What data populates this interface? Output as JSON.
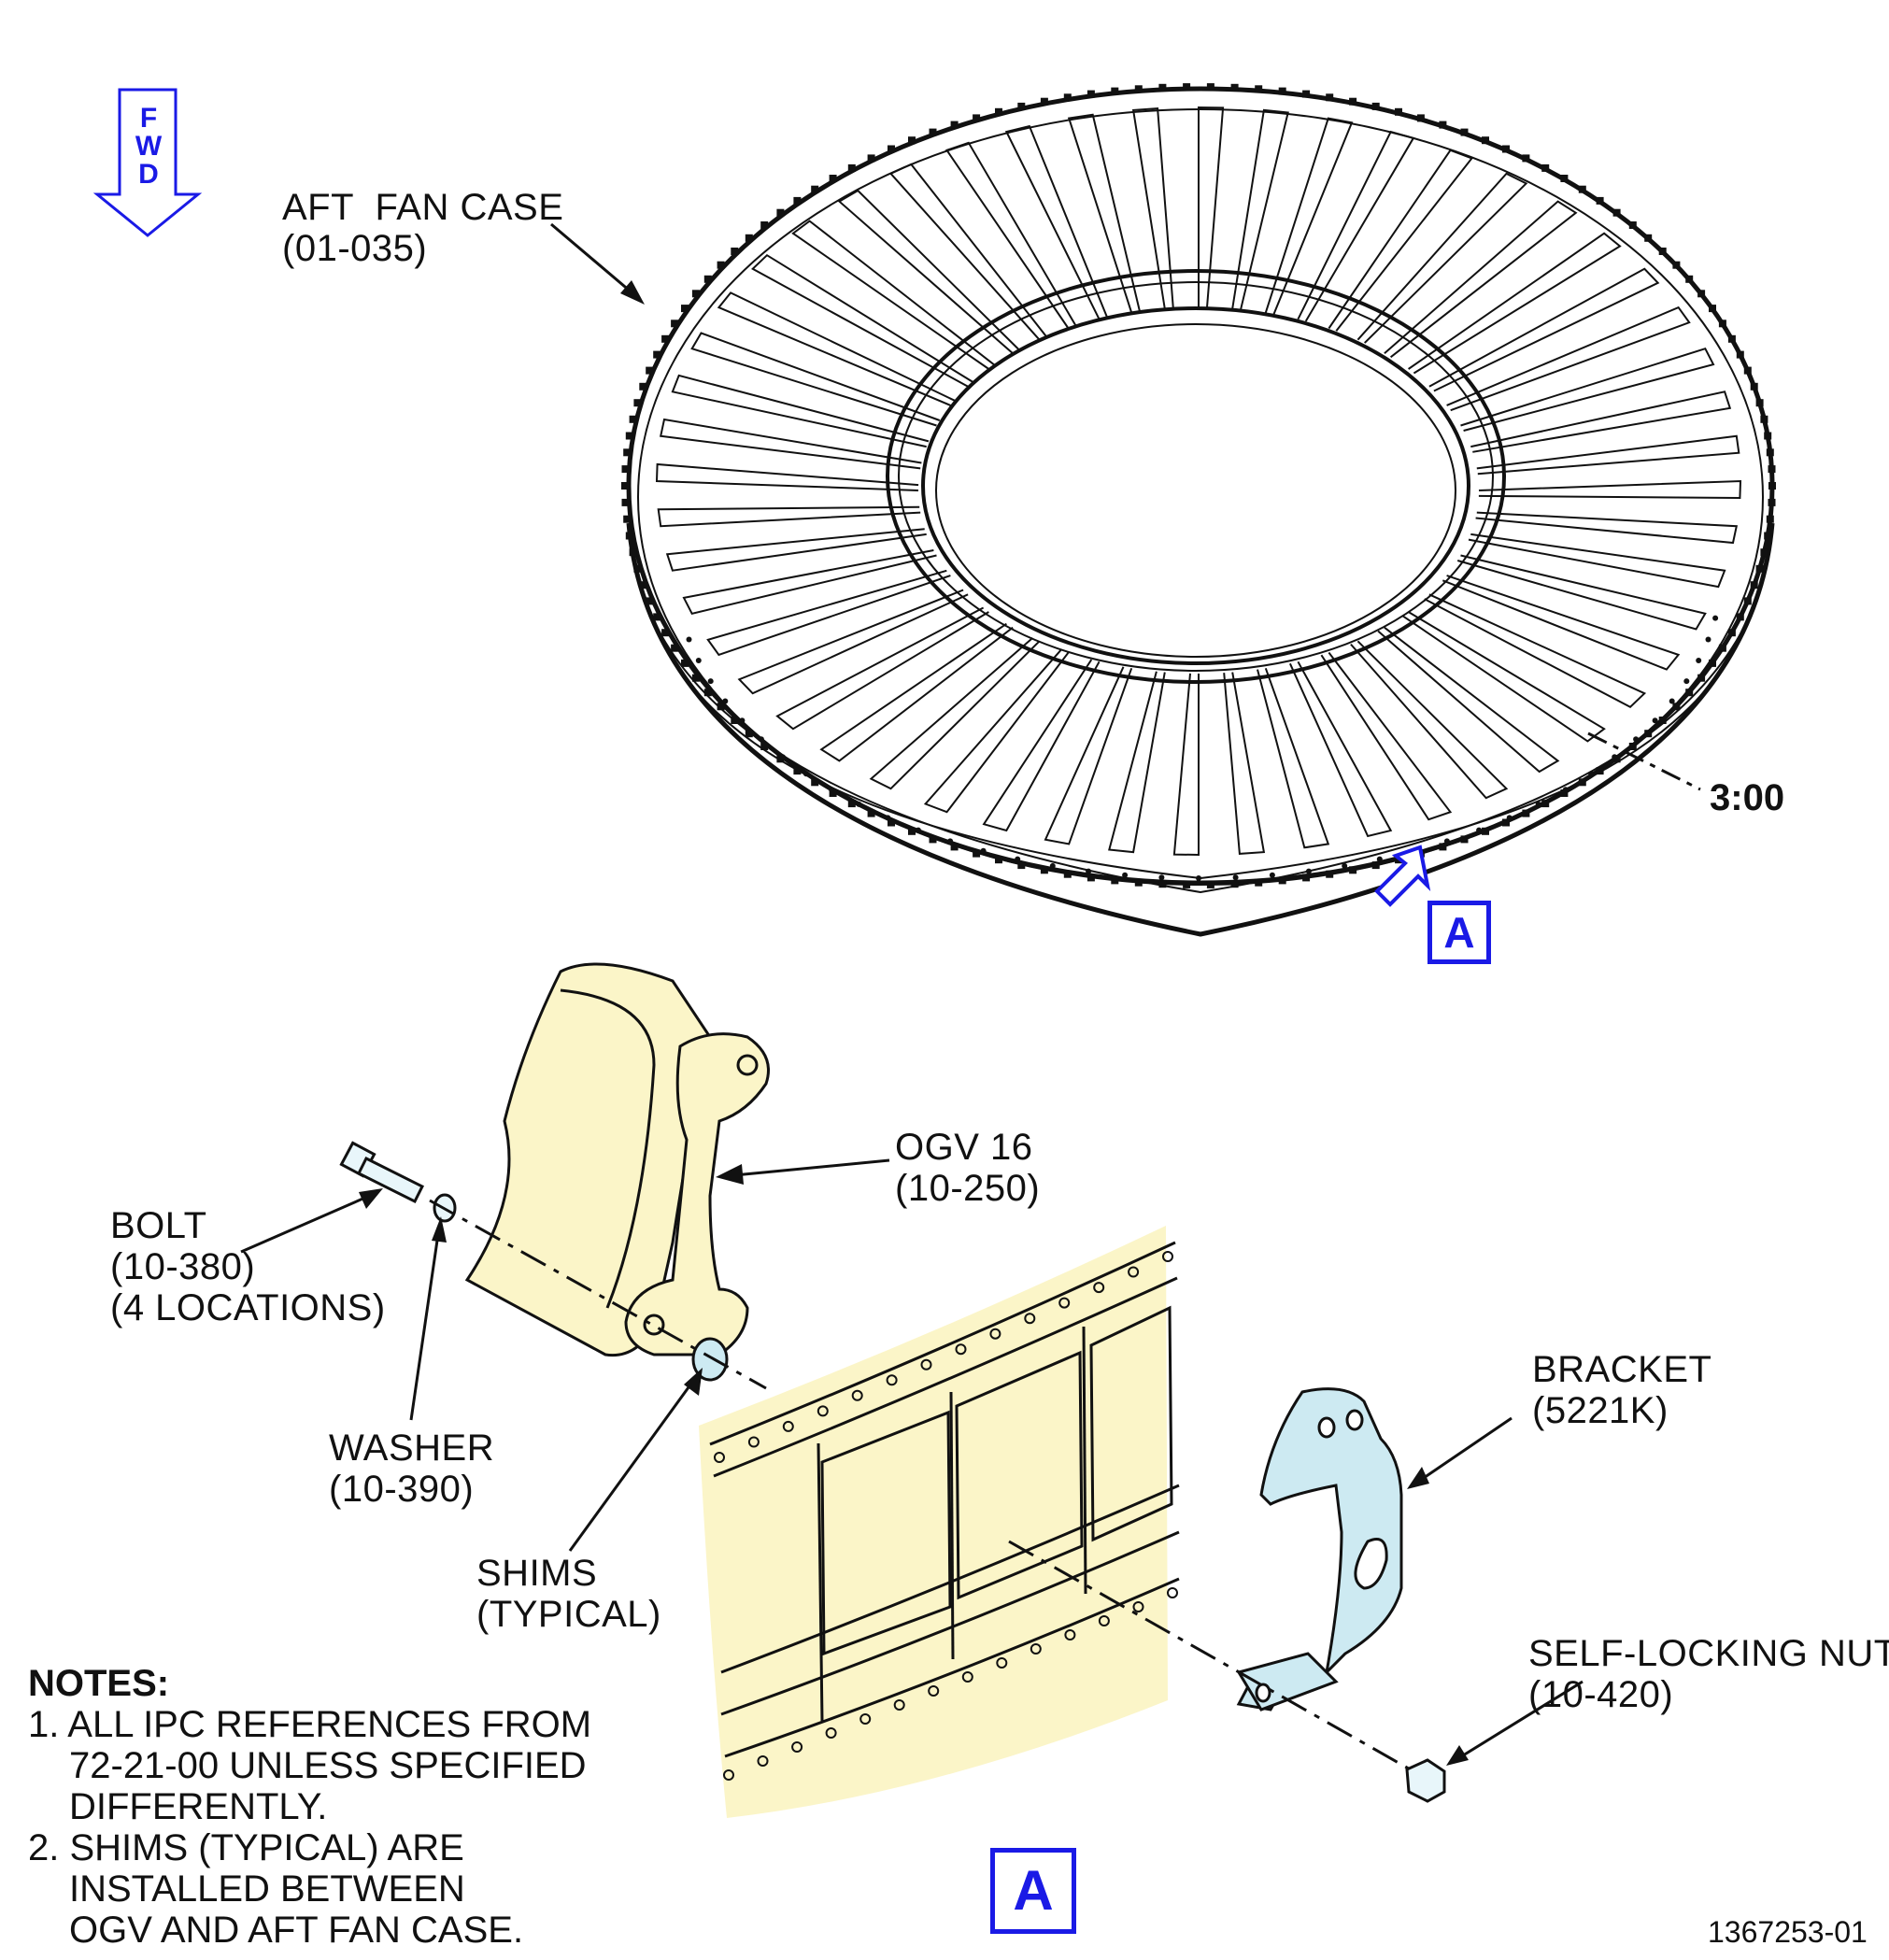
{
  "orientation": {
    "letters": [
      "F",
      "W",
      "D"
    ],
    "color": "#1a1ae6"
  },
  "labels": {
    "aft_fan_case": [
      "AFT  FAN CASE",
      "(01-035)"
    ],
    "ogv": [
      "OGV 16",
      "(10-250)"
    ],
    "bolt": [
      "BOLT",
      "(10-380)",
      "(4 LOCATIONS)"
    ],
    "washer": [
      "WASHER",
      "(10-390)"
    ],
    "shims": [
      "SHIMS",
      "(TYPICAL)"
    ],
    "bracket": [
      "BRACKET",
      "(5221K)"
    ],
    "nut": [
      "SELF-LOCKING NUT",
      "(10-420)"
    ]
  },
  "clock_position": "3:00",
  "view_ref": "A",
  "notes": {
    "heading": "NOTES:",
    "items": [
      "1. ALL IPC REFERENCES FROM\n72-21-00 UNLESS SPECIFIED\nDIFFERENTLY.",
      "2. SHIMS (TYPICAL) ARE\nINSTALLED BETWEEN\nOGV AND AFT FAN CASE."
    ]
  },
  "figure_number": "1367253-01",
  "colors": {
    "view_blue": "#1a1ae6",
    "highlight_yellow": "#fbf5c8",
    "bracket_blue": "#cdeaf2",
    "line": "#111111"
  }
}
